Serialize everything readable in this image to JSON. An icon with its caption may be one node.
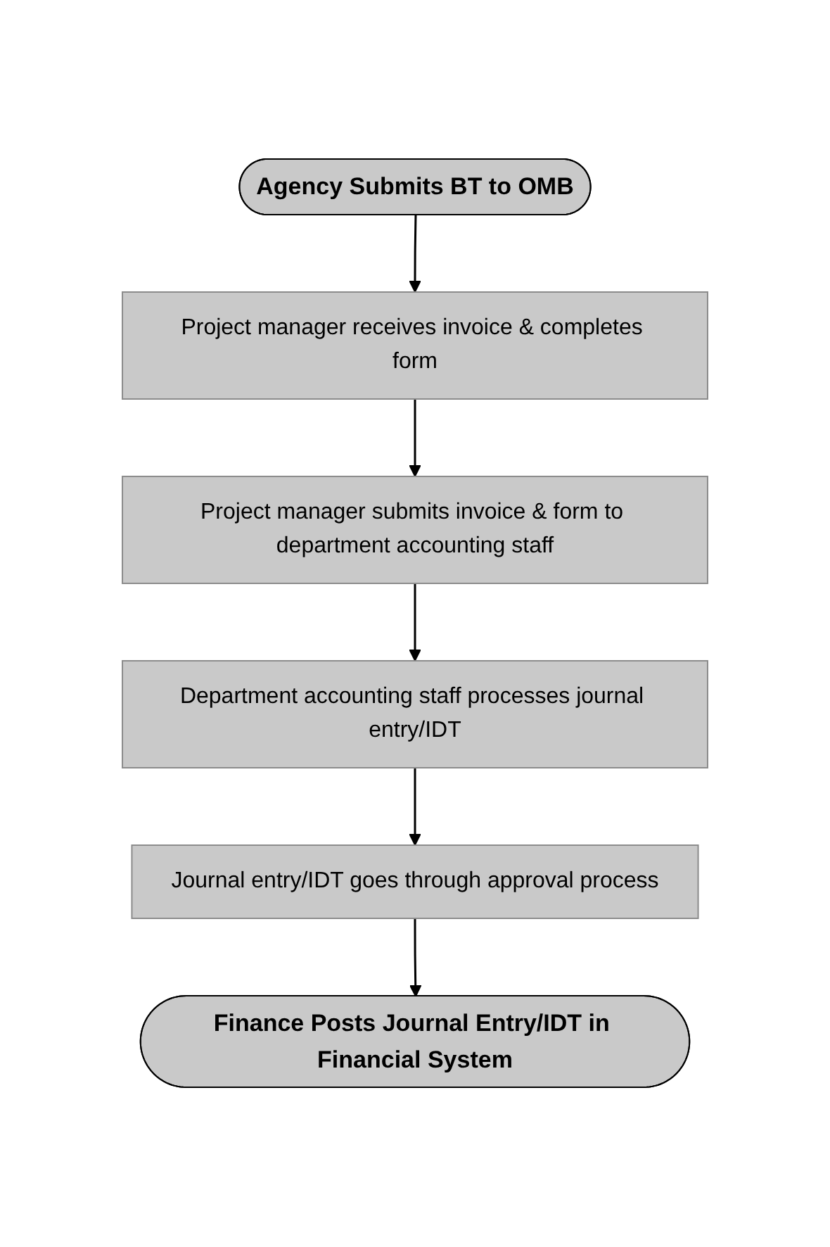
{
  "diagram": {
    "nodes": [
      {
        "text": [
          "Agency Submits BT to OMB"
        ]
      },
      {
        "text": [
          "Project manager receives invoice & completes form"
        ]
      },
      {
        "text": [
          "Project manager submits invoice & form to department accounting staff"
        ]
      },
      {
        "text": [
          "Department accounting staff processes journal entry/IDT"
        ]
      },
      {
        "text": [
          "Journal entry/IDT goes through approval process"
        ]
      },
      {
        "text": [
          "Finance Posts Journal Entry/IDT in Financial System"
        ]
      }
    ],
    "edges": [
      {
        "from": 0,
        "to": 1,
        "arrow": "to"
      },
      {
        "from": 1,
        "to": 2,
        "arrow": "to"
      },
      {
        "from": 2,
        "to": 3,
        "arrow": "to"
      },
      {
        "from": 3,
        "to": 4,
        "arrow": "to"
      },
      {
        "from": 4,
        "to": 5,
        "arrow": "to"
      }
    ]
  }
}
